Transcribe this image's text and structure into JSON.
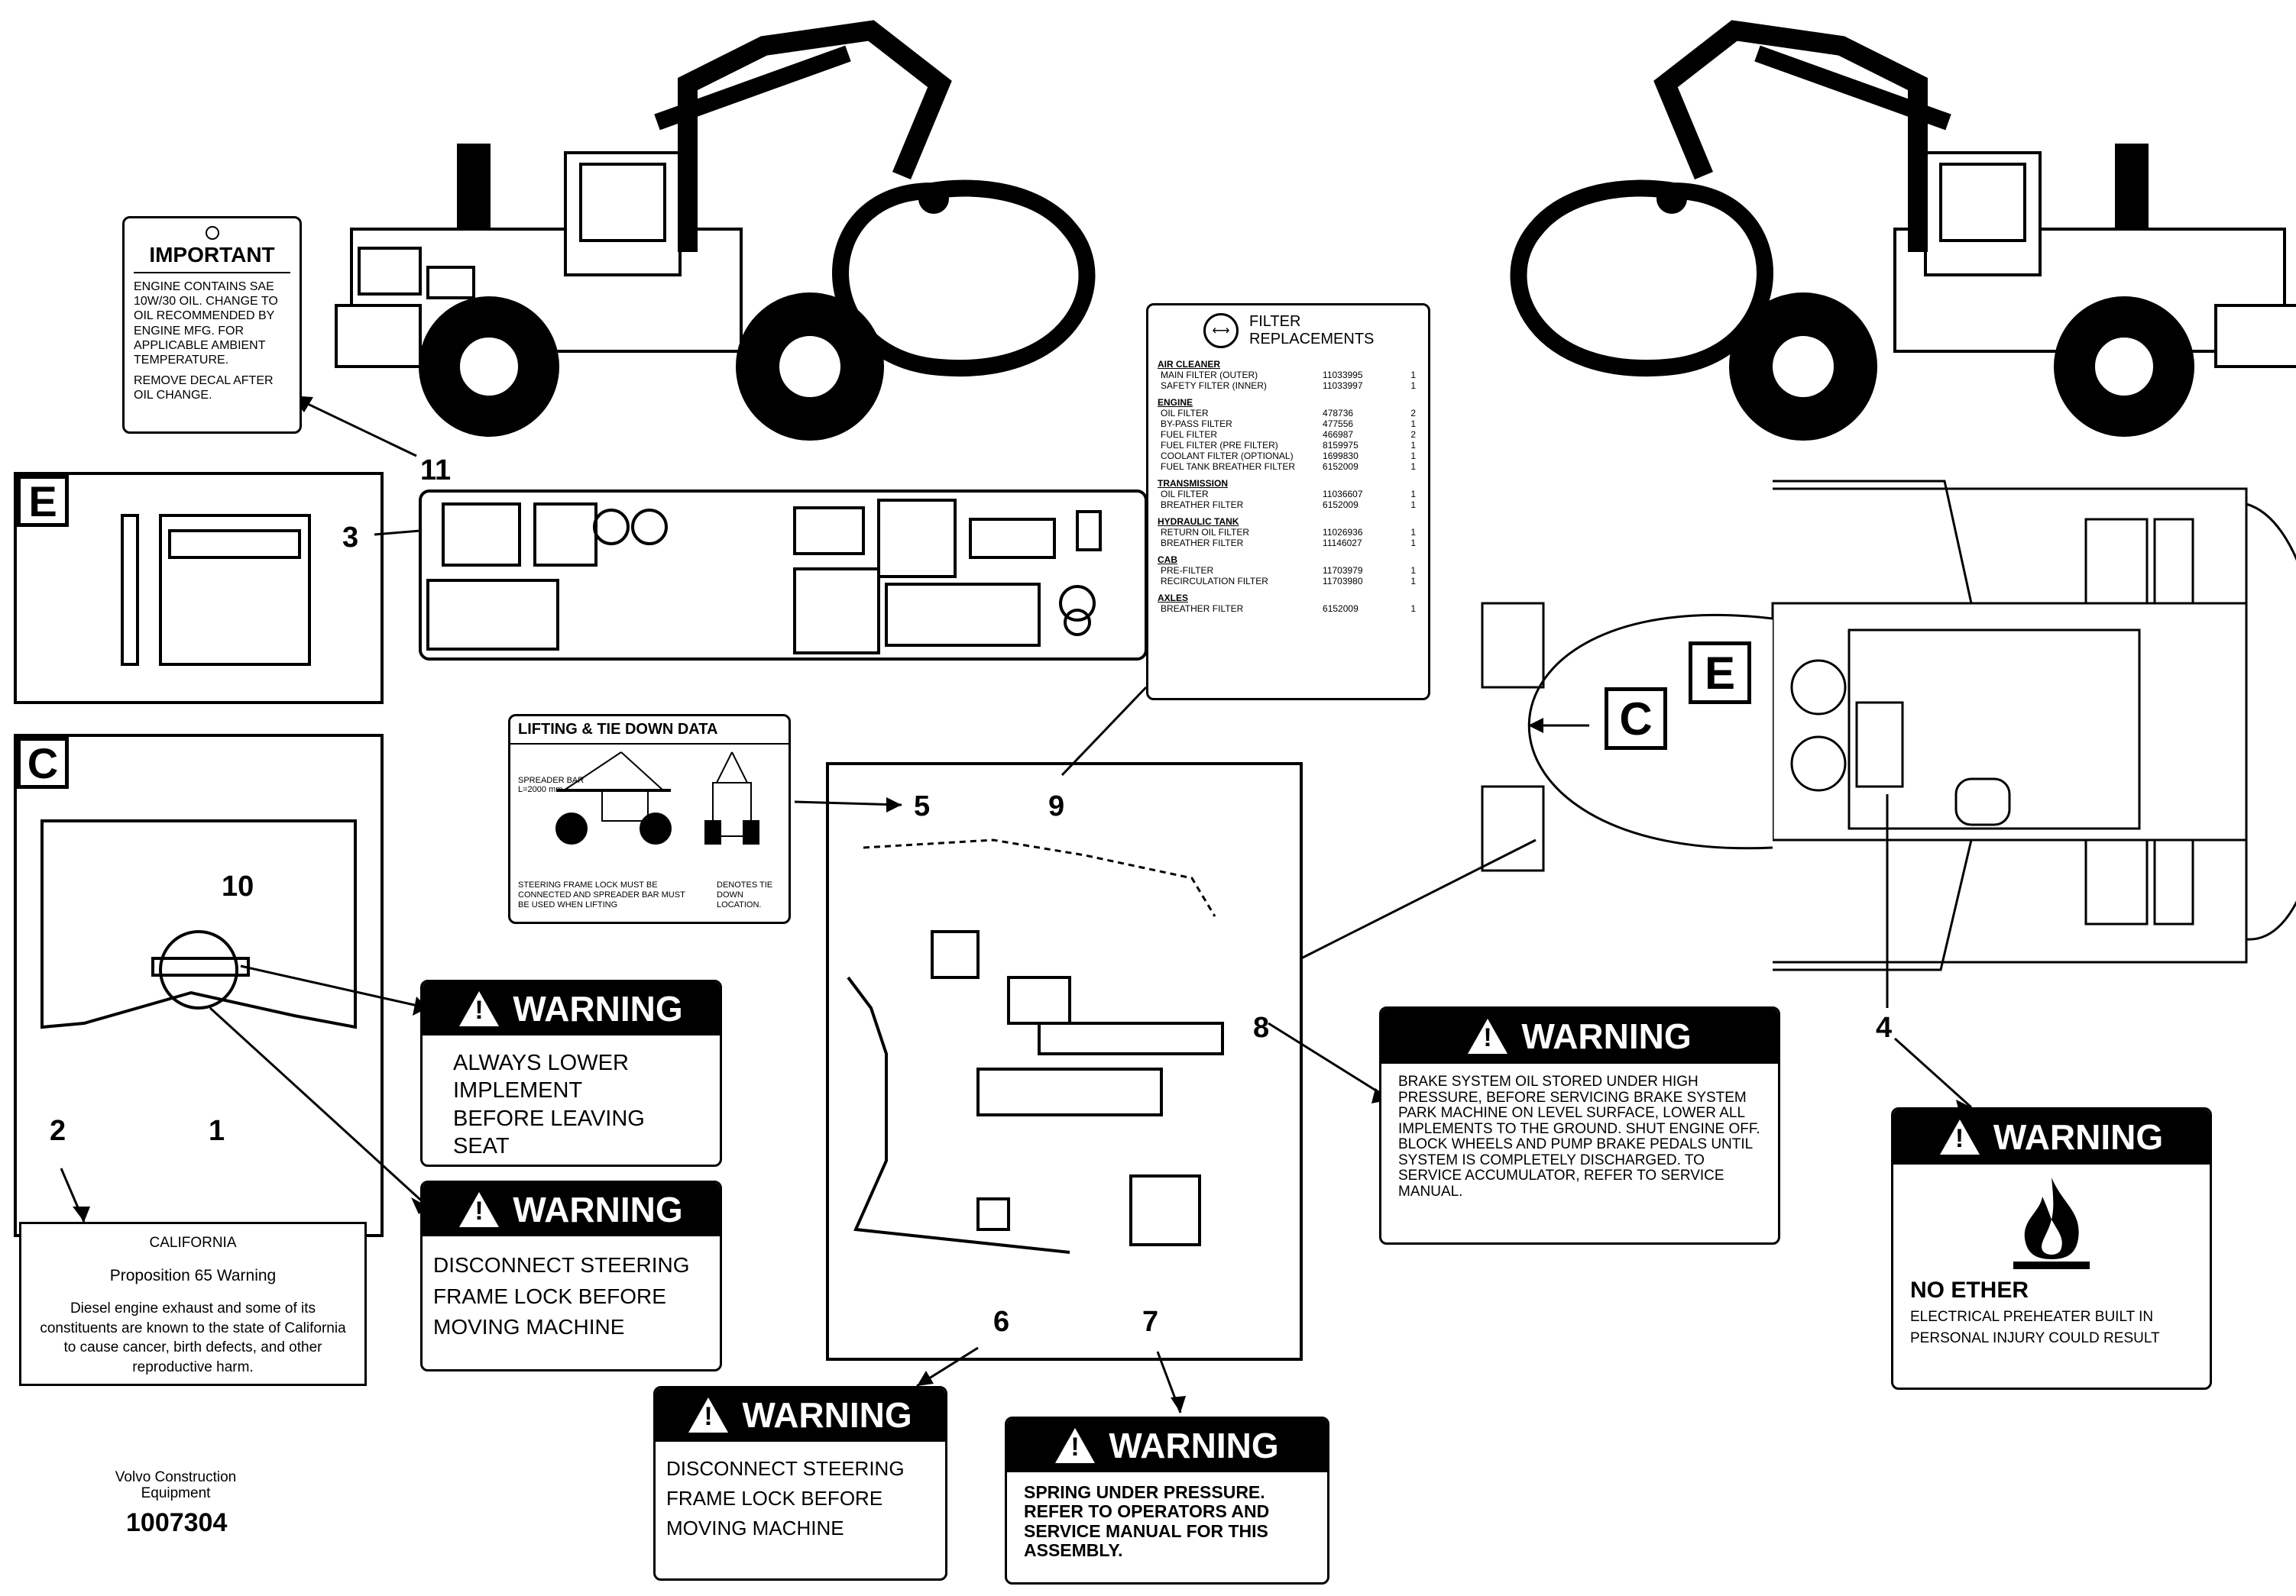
{
  "callouts": [
    "11",
    "3",
    "5",
    "9",
    "10",
    "8",
    "2",
    "1",
    "6",
    "7",
    "4"
  ],
  "view_letters": {
    "e": "E",
    "c": "C"
  },
  "important": {
    "title": "IMPORTANT",
    "body": "ENGINE CONTAINS SAE 10W/30 OIL. CHANGE TO OIL RECOMMENDED BY ENGINE MFG. FOR APPLICABLE AMBIENT TEMPERATURE.",
    "footer": "REMOVE DECAL AFTER OIL CHANGE."
  },
  "filter": {
    "title": "FILTER REPLACEMENTS",
    "groups": [
      {
        "name": "AIR CLEANER",
        "rows": [
          [
            "MAIN FILTER (OUTER)",
            "11033995",
            "1"
          ],
          [
            "SAFETY FILTER (INNER)",
            "11033997",
            "1"
          ]
        ]
      },
      {
        "name": "ENGINE",
        "rows": [
          [
            "OIL FILTER",
            "478736",
            "2"
          ],
          [
            "BY-PASS FILTER",
            "477556",
            "1"
          ],
          [
            "FUEL FILTER",
            "466987",
            "2"
          ],
          [
            "FUEL FILTER (PRE FILTER)",
            "8159975",
            "1"
          ],
          [
            "COOLANT FILTER (OPTIONAL)",
            "1699830",
            "1"
          ],
          [
            "FUEL TANK BREATHER FILTER",
            "6152009",
            "1"
          ]
        ]
      },
      {
        "name": "TRANSMISSION",
        "rows": [
          [
            "OIL FILTER",
            "11036607",
            "1"
          ],
          [
            "BREATHER FILTER",
            "6152009",
            "1"
          ]
        ]
      },
      {
        "name": "HYDRAULIC TANK",
        "rows": [
          [
            "RETURN OIL FILTER",
            "11026936",
            "1"
          ],
          [
            "BREATHER FILTER",
            "11146027",
            "1"
          ]
        ]
      },
      {
        "name": "CAB",
        "rows": [
          [
            "PRE-FILTER",
            "11703979",
            "1"
          ],
          [
            "RECIRCULATION FILTER",
            "11703980",
            "1"
          ]
        ]
      },
      {
        "name": "AXLES",
        "rows": [
          [
            "BREATHER FILTER",
            "6152009",
            "1"
          ]
        ]
      }
    ]
  },
  "lifting": {
    "title": "LIFTING & TIE DOWN DATA",
    "spreader": "SPREADER BAR L=2000 mm",
    "note": "STEERING FRAME LOCK MUST BE CONNECTED AND SPREADER BAR MUST BE USED WHEN LIFTING",
    "denotes": "DENOTES TIE DOWN LOCATION."
  },
  "warnings": {
    "header": "WARNING",
    "lower": "ALWAYS LOWER IMPLEMENT BEFORE LEAVING SEAT",
    "disconnect1": "DISCONNECT STEERING FRAME LOCK BEFORE MOVING MACHINE",
    "disconnect2": "DISCONNECT STEERING FRAME LOCK BEFORE MOVING MACHINE",
    "spring": "SPRING UNDER PRESSURE. REFER TO OPERATORS AND SERVICE MANUAL FOR THIS ASSEMBLY.",
    "brake": "BRAKE SYSTEM OIL STORED UNDER HIGH PRESSURE, BEFORE SERVICING BRAKE SYSTEM PARK MACHINE ON LEVEL SURFACE, LOWER ALL IMPLEMENTS TO THE GROUND. SHUT ENGINE OFF. BLOCK WHEELS AND PUMP BRAKE PEDALS UNTIL SYSTEM IS COMPLETELY DISCHARGED. TO SERVICE ACCUMULATOR, REFER TO SERVICE MANUAL.",
    "ether_title": "NO ETHER",
    "ether_body": "ELECTRICAL PREHEATER BUILT IN PERSONAL INJURY COULD RESULT"
  },
  "california": {
    "title": "CALIFORNIA",
    "subtitle": "Proposition 65 Warning",
    "body": "Diesel engine exhaust and some of its constituents are known to the state of California to cause cancer, birth defects, and other reproductive harm."
  },
  "footer": {
    "company": "Volvo Construction Equipment",
    "doc_number": "1007304"
  }
}
